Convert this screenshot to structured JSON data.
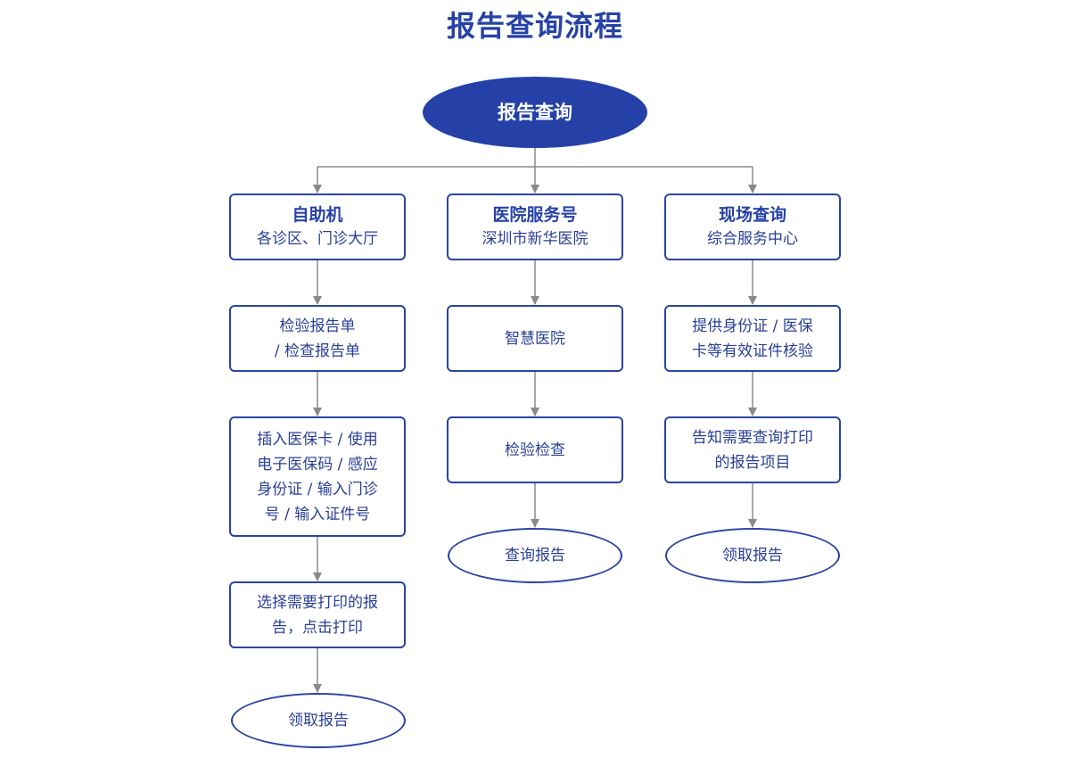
{
  "title": "报告查询流程",
  "colors": {
    "primary": "#2541a8",
    "line": "#8a8a8a",
    "text": "#2a3f96"
  },
  "root": {
    "label": "报告查询"
  },
  "columns": [
    {
      "header": {
        "title": "自助机",
        "subtitle": "各诊区、门诊大厅"
      },
      "steps": [
        "检验报告单\n/ 检查报告单",
        "插入医保卡 / 使用\n电子医保码 / 感应\n身份证 / 输入门诊\n号 / 输入证件号",
        "选择需要打印的报\n告，点击打印"
      ],
      "end": "领取报告"
    },
    {
      "header": {
        "title": "医院服务号",
        "subtitle": "深圳市新华医院"
      },
      "steps": [
        "智慧医院",
        "检验检查"
      ],
      "end": "查询报告"
    },
    {
      "header": {
        "title": "现场查询",
        "subtitle": "综合服务中心"
      },
      "steps": [
        "提供身份证 / 医保\n卡等有效证件核验",
        "告知需要查询打印\n的报告项目"
      ],
      "end": "领取报告"
    }
  ]
}
